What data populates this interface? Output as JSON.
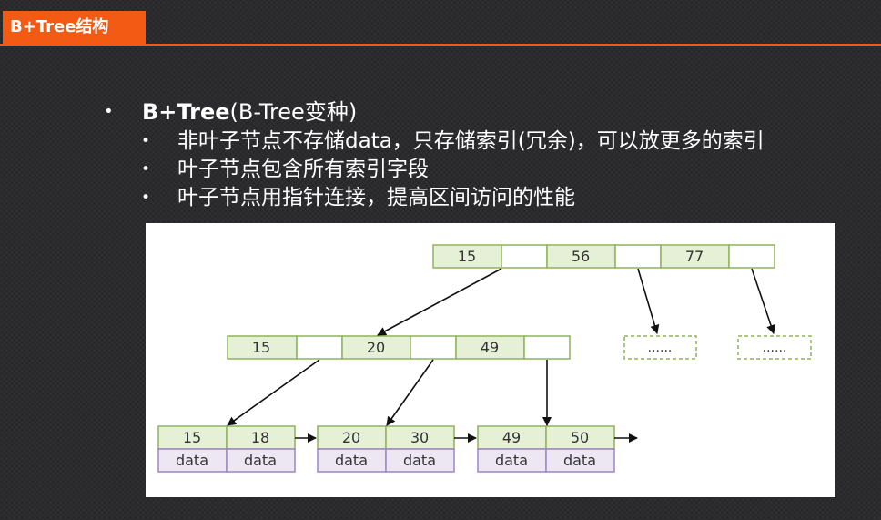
{
  "header": {
    "title": "B+Tree结构"
  },
  "bullets": {
    "main_bold": "B+Tree",
    "main_rest": "(B-Tree变种)",
    "items": [
      "非叶子节点不存储data，只存储索引(冗余)，可以放更多的索引",
      "叶子节点包含所有索引字段",
      "叶子节点用指针连接，提高区间访问的性能"
    ]
  },
  "diagram": {
    "root_keys": [
      "15",
      "56",
      "77"
    ],
    "internal_keys": [
      "15",
      "20",
      "49"
    ],
    "placeholder": "......",
    "leaves": [
      {
        "keys": [
          "15",
          "18"
        ],
        "data": [
          "data",
          "data"
        ]
      },
      {
        "keys": [
          "20",
          "30"
        ],
        "data": [
          "data",
          "data"
        ]
      },
      {
        "keys": [
          "49",
          "50"
        ],
        "data": [
          "data",
          "data"
        ]
      }
    ],
    "colors": {
      "key_fill": "#e6f0d6",
      "node_border": "#8db35a",
      "data_fill": "#ece7f3",
      "data_border": "#9c86c2",
      "arrow": "#111111",
      "title_bg": "#f35a13"
    }
  }
}
